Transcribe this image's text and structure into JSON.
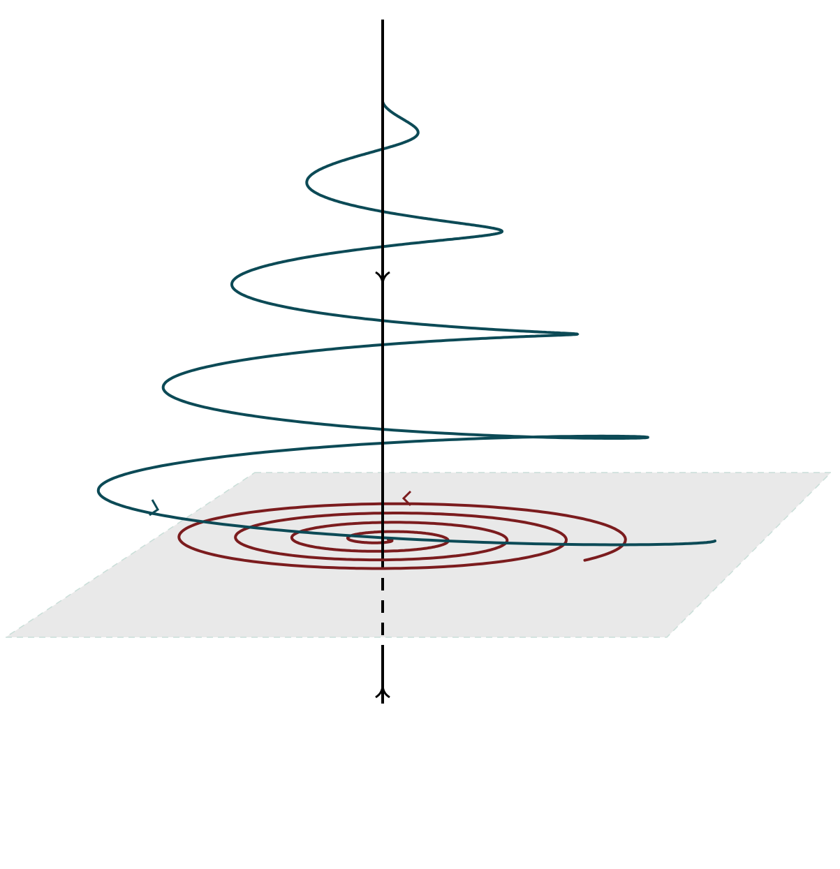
{
  "diagram": {
    "description_free": true,
    "colors": {
      "background": "#ffffff",
      "plane_fill": "#e9e9e9",
      "plane_edge": "#c9ded8",
      "axis": "#000000",
      "helix": "#0c4a56",
      "planar_spiral": "#7b1c1e"
    },
    "elements": {
      "plane": {
        "style": "dashed-edge"
      },
      "axis": {
        "upper_style": "solid",
        "lower_style": "dashed-then-solid"
      },
      "helix_spiral": {
        "direction": "inward-upward"
      },
      "planar_spiral": {
        "direction": "inward"
      }
    },
    "arrows": [
      {
        "on": "axis",
        "direction": "down"
      },
      {
        "on": "axis-lower",
        "direction": "up"
      },
      {
        "on": "helix_spiral",
        "direction": "along-curve"
      },
      {
        "on": "planar_spiral",
        "direction": "along-curve"
      }
    ]
  }
}
